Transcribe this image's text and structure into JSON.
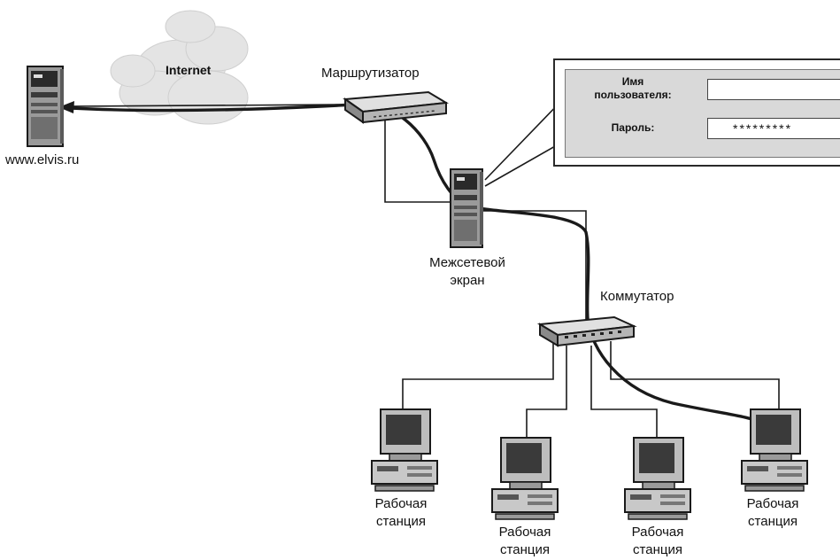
{
  "diagram": {
    "internet_label": "Internet",
    "web_server_label": "www.elvis.ru",
    "router_label": "Маршрутизатор",
    "firewall_label_line1": "Межсетевой",
    "firewall_label_line2": "экран",
    "switch_label": "Коммутатор",
    "workstation_label_line1": "Рабочая",
    "workstation_label_line2": "станция"
  },
  "login": {
    "username_label_line1": "Имя",
    "username_label_line2": "пользователя:",
    "username_value": "",
    "password_label": "Пароль:",
    "password_value": "*********"
  }
}
